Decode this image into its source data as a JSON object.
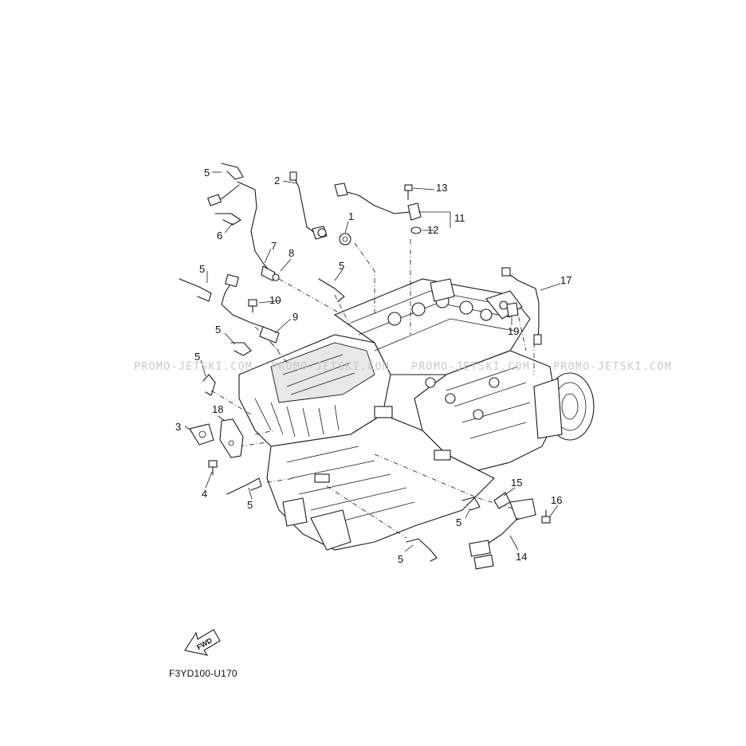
{
  "diagram": {
    "code": "F3YD100-U170",
    "fwd_label": "FWD",
    "watermark": "PROMO-JETSKI.COM",
    "callouts": [
      {
        "id": "c1",
        "text": "1"
      },
      {
        "id": "c2",
        "text": "2"
      },
      {
        "id": "c3",
        "text": "3"
      },
      {
        "id": "c4",
        "text": "4"
      },
      {
        "id": "c5a",
        "text": "5"
      },
      {
        "id": "c5b",
        "text": "5"
      },
      {
        "id": "c5c",
        "text": "5"
      },
      {
        "id": "c5d",
        "text": "5"
      },
      {
        "id": "c5e",
        "text": "5"
      },
      {
        "id": "c5f",
        "text": "5"
      },
      {
        "id": "c5g",
        "text": "5"
      },
      {
        "id": "c5h",
        "text": "5"
      },
      {
        "id": "c6",
        "text": "6"
      },
      {
        "id": "c7",
        "text": "7"
      },
      {
        "id": "c8",
        "text": "8"
      },
      {
        "id": "c9",
        "text": "9"
      },
      {
        "id": "c10",
        "text": "10"
      },
      {
        "id": "c11",
        "text": "11"
      },
      {
        "id": "c12",
        "text": "12"
      },
      {
        "id": "c13",
        "text": "13"
      },
      {
        "id": "c14",
        "text": "14"
      },
      {
        "id": "c15",
        "text": "15"
      },
      {
        "id": "c16",
        "text": "16"
      },
      {
        "id": "c17",
        "text": "17"
      },
      {
        "id": "c18",
        "text": "18"
      },
      {
        "id": "c19",
        "text": "19"
      }
    ]
  }
}
